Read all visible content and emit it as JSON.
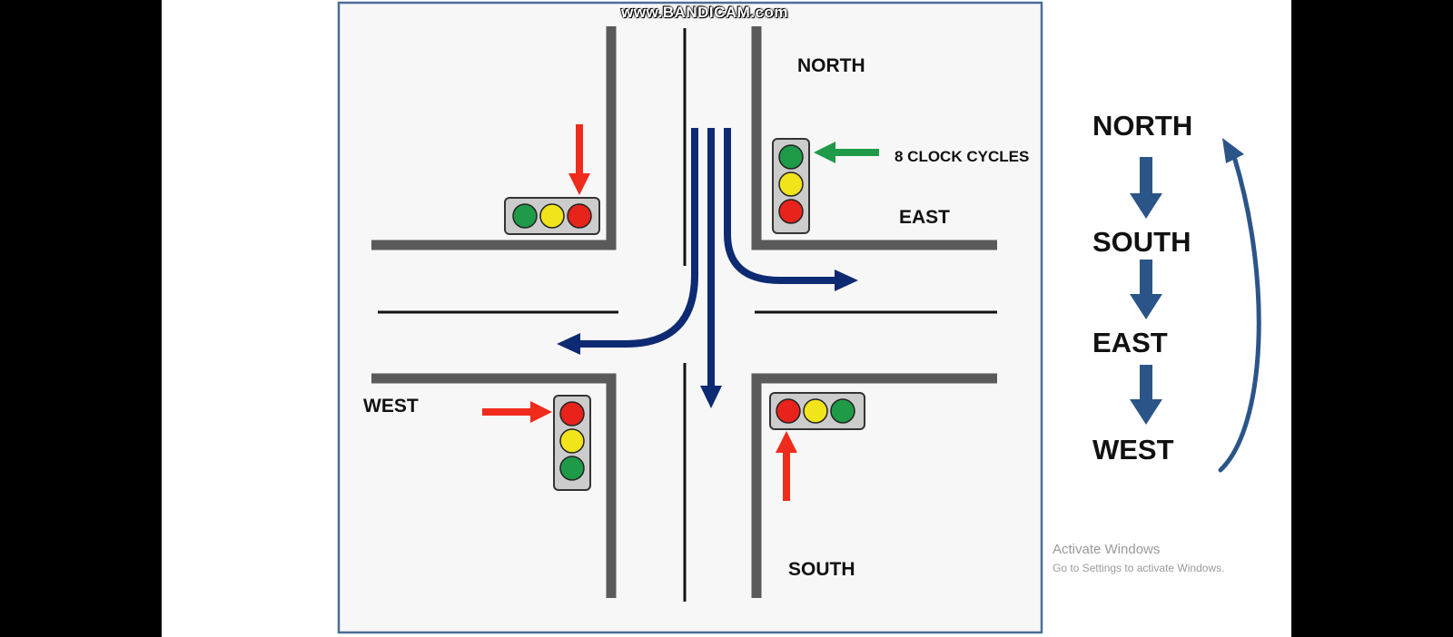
{
  "labels": {
    "north": "NORTH",
    "east": "EAST",
    "west": "WEST",
    "south": "SOUTH",
    "clock_cycles": "8 CLOCK CYCLES"
  },
  "sequence": [
    "NORTH",
    "SOUTH",
    "EAST",
    "WEST"
  ],
  "watermark": "www.BANDICAM.com",
  "activation": {
    "title": "Activate Windows",
    "subtitle": "Go to Settings to activate Windows."
  },
  "colors": {
    "road": "#5a5a5a",
    "light_green": "#1f9a48",
    "light_yellow": "#f2e41a",
    "light_red": "#e8231b",
    "flow_arrow": "#0e2a72",
    "indicator_red": "#ef2b1b",
    "indicator_green": "#1f9a48",
    "sequence_arrow": "#2b5588",
    "frame": "#4a6e96"
  }
}
